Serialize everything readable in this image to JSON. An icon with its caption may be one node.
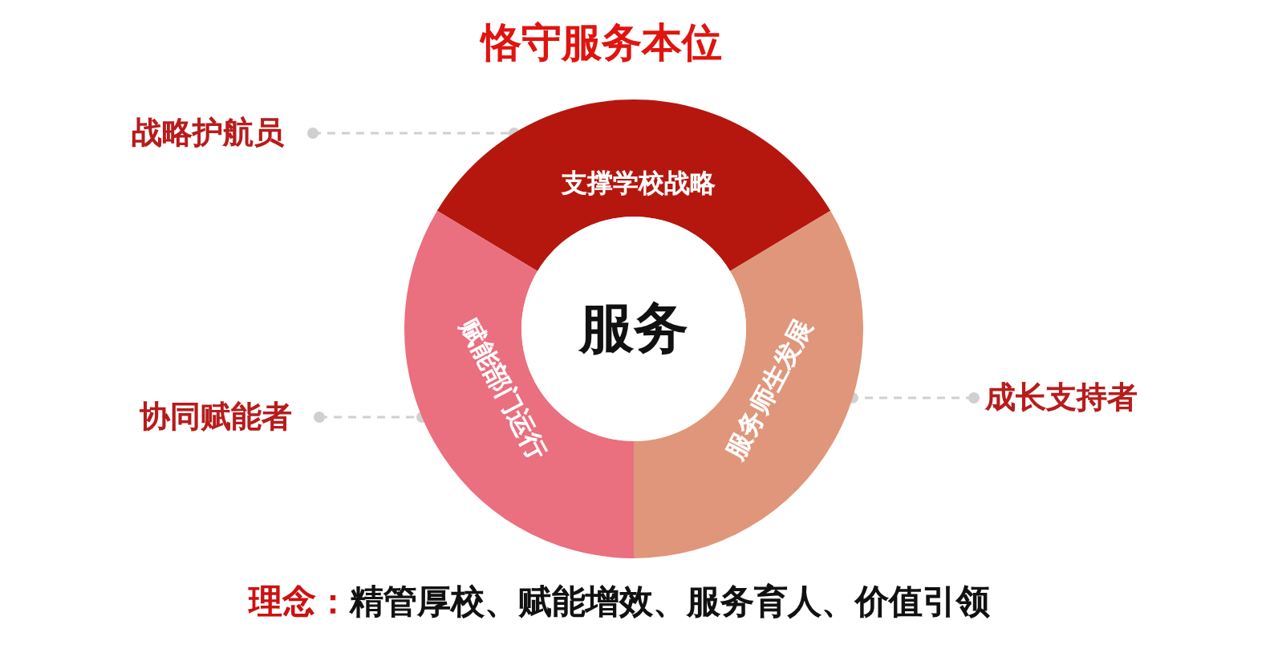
{
  "diagram": {
    "title": "恪守服务本位",
    "nodes": [
      {
        "text": [
          "战略护航员"
        ]
      },
      {
        "text": [
          "支撑学校战略"
        ]
      },
      {
        "text": [
          "服务"
        ]
      },
      {
        "text": [
          "赋能部门运行"
        ]
      },
      {
        "text": [
          "服务师生发展"
        ]
      },
      {
        "text": [
          "协同赋能者"
        ]
      },
      {
        "text": [
          "成长支持者"
        ]
      }
    ],
    "edges": [
      {
        "from": 0,
        "to": 1,
        "arrow": "other",
        "style": "dashed"
      },
      {
        "from": 5,
        "to": 3,
        "arrow": "other",
        "style": "dashed"
      },
      {
        "from": 6,
        "to": 4,
        "arrow": "other",
        "style": "dashed"
      }
    ],
    "labels": [
      "理念：",
      "精管厚校、赋能增效、服务育人、价值引领"
    ]
  }
}
